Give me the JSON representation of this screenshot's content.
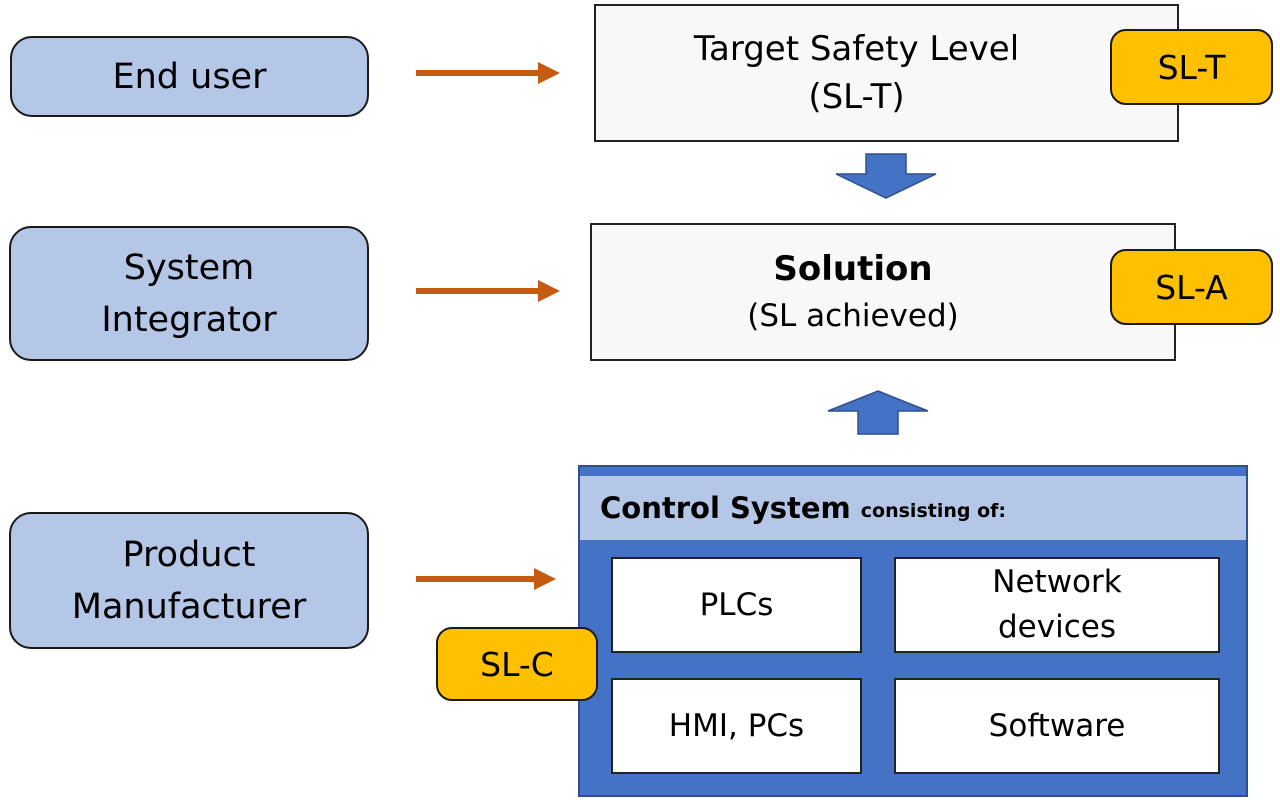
{
  "actors": {
    "end_user": "End user",
    "system_integrator_line1": "System",
    "system_integrator_line2": "Integrator",
    "product_manufacturer_line1": "Product",
    "product_manufacturer_line2": "Manufacturer"
  },
  "target": {
    "line1": "Target Safety Level",
    "line2": "(SL-T)",
    "badge": "SL-T"
  },
  "solution": {
    "title": "Solution",
    "subtitle": "(SL achieved)",
    "badge": "SL-A"
  },
  "control_system": {
    "title": "Control System",
    "subtitle": "consisting of:",
    "badge": "SL-C",
    "components": {
      "plcs": "PLCs",
      "network_line1": "Network",
      "network_line2": "devices",
      "hmi": "HMI, PCs",
      "software": "Software"
    }
  },
  "colors": {
    "actor_fill": "#b4c7e7",
    "badge_fill": "#ffc000",
    "flow_arrow": "#c55a11",
    "block_arrow": "#4472c4",
    "control_system_fill": "#4472c4"
  }
}
